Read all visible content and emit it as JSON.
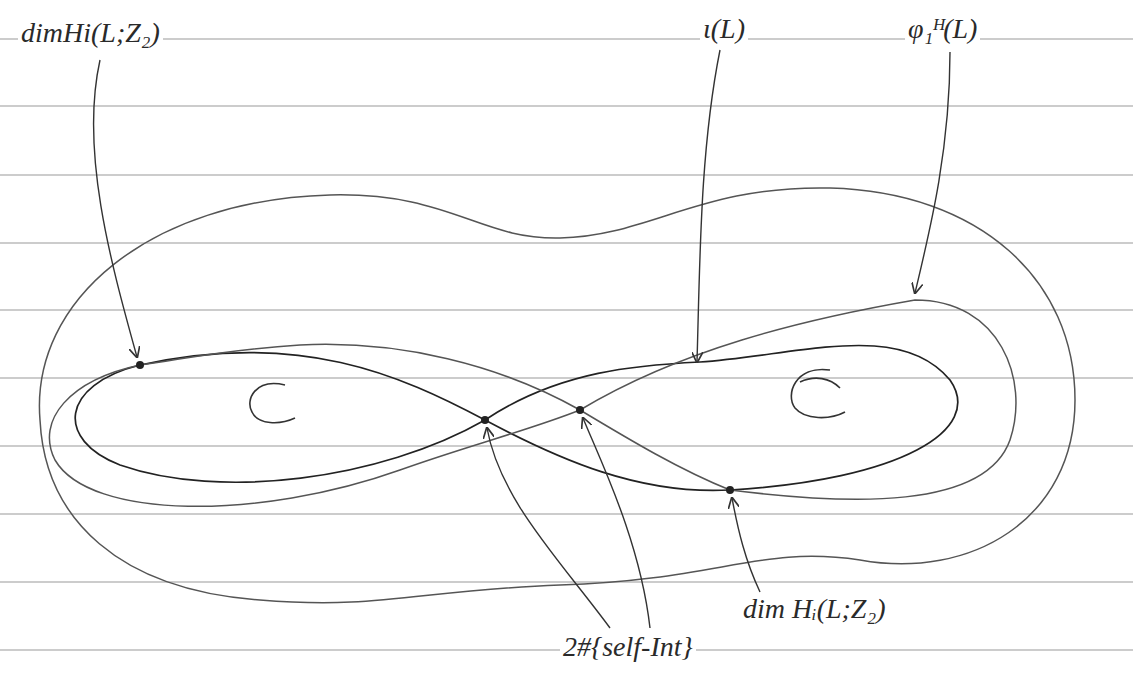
{
  "diagram": {
    "labels": [
      "dimHi(L;Z₂)",
      "ι(L)",
      "φ₁ᴴ(L)",
      "2#{self-Int}",
      "dim Hᵢ(L;Z₂)"
    ]
  }
}
